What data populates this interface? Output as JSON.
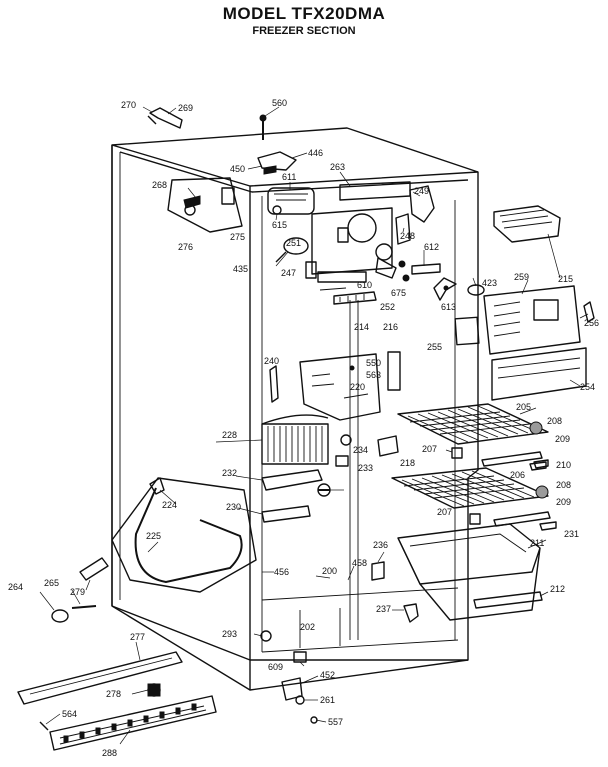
{
  "title": "MODEL TFX20DMA",
  "subtitle": "FREEZER SECTION",
  "labels": [
    "270",
    "269",
    "560",
    "446",
    "450",
    "611",
    "263",
    "249",
    "268",
    "276",
    "275",
    "615",
    "248",
    "215",
    "251",
    "612",
    "435",
    "247",
    "610",
    "675",
    "613",
    "423",
    "259",
    "256",
    "252",
    "214",
    "216",
    "240",
    "550",
    "563",
    "255",
    "220",
    "254",
    "228",
    "205",
    "208",
    "234",
    "207",
    "209",
    "210",
    "233",
    "218",
    "232",
    "206",
    "224",
    "230",
    "208",
    "209",
    "207",
    "231",
    "225",
    "211",
    "236",
    "458",
    "456",
    "200",
    "212",
    "264",
    "265",
    "279",
    "237",
    "293",
    "202",
    "277",
    "609",
    "452",
    "278",
    "261",
    "564",
    "557",
    "288"
  ]
}
